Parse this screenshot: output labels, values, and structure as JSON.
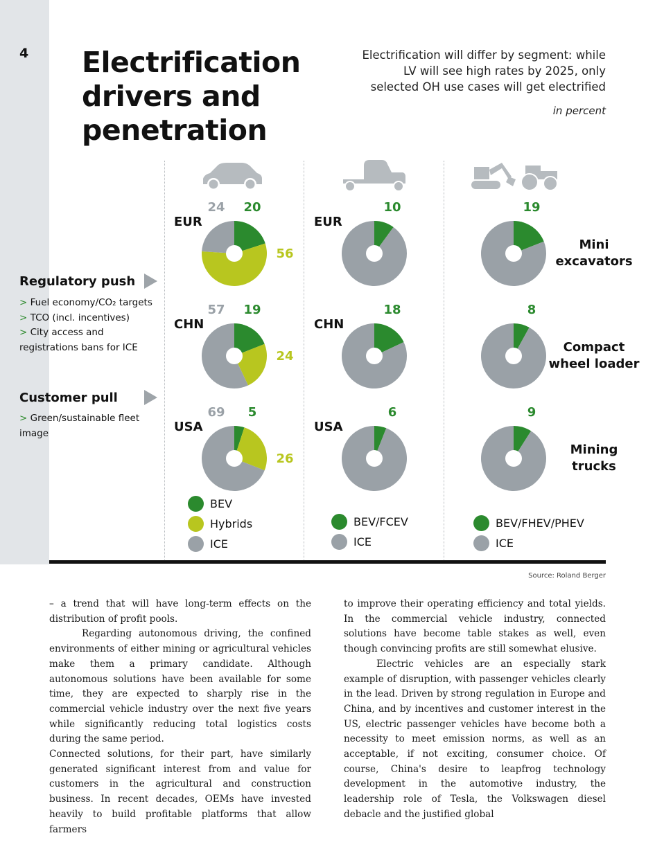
{
  "page": {
    "number": "4",
    "title_lines": [
      "Electrification",
      "drivers and",
      "penetration"
    ],
    "subtitle_lines": [
      "Electrification will differ by segment: while",
      "LV will see high rates by 2025, only",
      "selected OH use cases will get electrified"
    ],
    "unit": "in percent",
    "source": "Source: Roland Berger"
  },
  "drivers": {
    "regulatory": {
      "heading": "Regulatory push",
      "items": [
        "Fuel economy/CO₂ targets",
        "TCO (incl. incentives)",
        "City access and registrations bans for ICE"
      ]
    },
    "customer": {
      "heading": "Customer pull",
      "items": [
        "Green/sustainable fleet image"
      ]
    },
    "bullet": ">"
  },
  "colors": {
    "bev": "#2b8a2e",
    "hybrid": "#b8c61f",
    "ice": "#9aa1a7",
    "sidebar": "#e2e5e8"
  },
  "icons": {
    "lv": "passenger-car-icon",
    "truck": "truck-cab-icon",
    "offhighway": "excavator-tractor-icon"
  },
  "chart_data": [
    {
      "type": "pie",
      "segment": "LV",
      "regions": [
        {
          "name": "EUR",
          "slices": [
            {
              "label": "BEV",
              "value": 20
            },
            {
              "label": "Hybrids",
              "value": 56
            },
            {
              "label": "ICE",
              "value": 24
            }
          ]
        },
        {
          "name": "CHN",
          "slices": [
            {
              "label": "BEV",
              "value": 19
            },
            {
              "label": "Hybrids",
              "value": 24
            },
            {
              "label": "ICE",
              "value": 57
            }
          ]
        },
        {
          "name": "USA",
          "slices": [
            {
              "label": "BEV",
              "value": 5
            },
            {
              "label": "Hybrids",
              "value": 26
            },
            {
              "label": "ICE",
              "value": 69
            }
          ]
        }
      ],
      "legend": [
        "BEV",
        "Hybrids",
        "ICE"
      ]
    },
    {
      "type": "pie",
      "segment": "Truck",
      "regions": [
        {
          "name": "EUR",
          "slices": [
            {
              "label": "BEV/FCEV",
              "value": 10
            },
            {
              "label": "ICE",
              "value": 90
            }
          ]
        },
        {
          "name": "CHN",
          "slices": [
            {
              "label": "BEV/FCEV",
              "value": 18
            },
            {
              "label": "ICE",
              "value": 82
            }
          ]
        },
        {
          "name": "USA",
          "slices": [
            {
              "label": "BEV/FCEV",
              "value": 6
            },
            {
              "label": "ICE",
              "value": 94
            }
          ]
        }
      ],
      "legend": [
        "BEV/FCEV",
        "ICE"
      ]
    },
    {
      "type": "pie",
      "segment": "Off-highway",
      "machines": [
        {
          "name": "Mini excavators",
          "name_lines": [
            "Mini",
            "excavators"
          ],
          "slices": [
            {
              "label": "BEV/FHEV/PHEV",
              "value": 19
            },
            {
              "label": "ICE",
              "value": 81
            }
          ]
        },
        {
          "name": "Compact wheel loader",
          "name_lines": [
            "Compact",
            "wheel loader"
          ],
          "slices": [
            {
              "label": "BEV/FHEV/PHEV",
              "value": 8
            },
            {
              "label": "ICE",
              "value": 92
            }
          ]
        },
        {
          "name": "Mining trucks",
          "name_lines": [
            "Mining",
            "trucks"
          ],
          "slices": [
            {
              "label": "BEV/FHEV/PHEV",
              "value": 9
            },
            {
              "label": "ICE",
              "value": 91
            }
          ]
        }
      ],
      "legend": [
        "BEV/FHEV/PHEV",
        "ICE"
      ]
    }
  ],
  "body": {
    "left": [
      "– a trend that will have long-term effects on the distribution of profit pools.",
      "Regarding autonomous driving, the confined environments of either mining or agricultural vehicles make them a primary candidate. Although autonomous solutions have been available for some time, they are expected to sharply rise in the commercial vehicle industry over the next five years while significantly reducing total logistics costs during the same period.",
      "Connected solutions, for their part, have similarly generated significant interest from and value for customers in the agricultural and construction business. In recent decades, OEMs have invested heavily to build profitable platforms that allow farmers"
    ],
    "right": [
      "to improve their operating efficiency and total yields. In the commercial vehicle industry, connected solutions have become table stakes as well, even though convincing profits are still somewhat elusive.",
      "Electric vehicles are an especially stark example of disruption, with passenger vehicles clearly in the lead. Driven by strong regulation in Europe and China, and by incentives and customer interest in the US, electric passenger vehicles have become both a necessity to meet emission norms, as well as an acceptable, if not exciting, consumer choice. Of course, China's desire to leapfrog technology development in the automotive industry, the leadership role of Tesla, the Volkswagen diesel debacle and the justified global"
    ]
  }
}
